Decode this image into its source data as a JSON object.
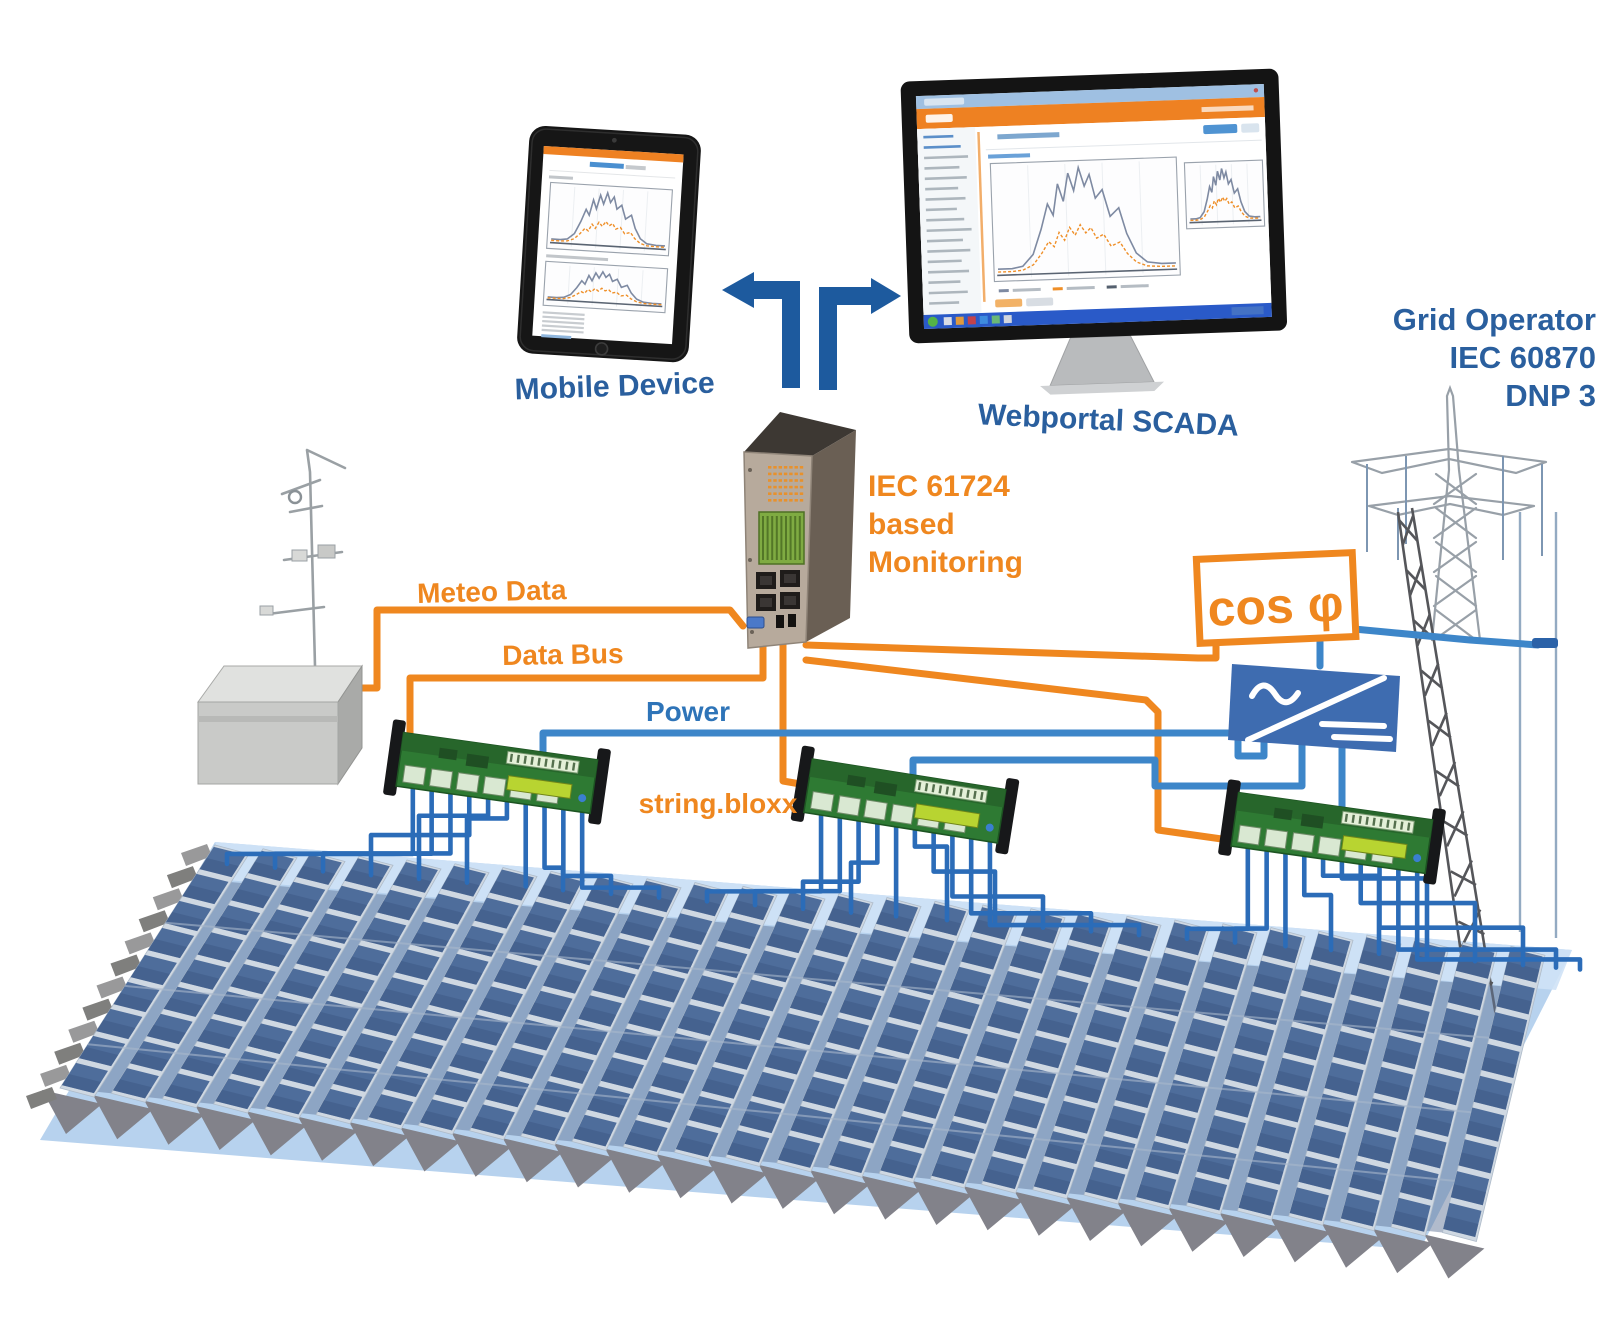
{
  "title": "PV plant IEC 61724 monitoring system diagram",
  "labels": {
    "mobile_device": "Mobile Device",
    "webportal": "Webportal SCADA",
    "grid_operator": [
      "Grid Operator",
      "IEC 60870",
      "DNP 3"
    ],
    "monitoring": [
      "IEC 61724",
      "based",
      "Monitoring"
    ],
    "meteo_data": "Meteo Data",
    "data_bus": "Data Bus",
    "power": "Power",
    "string_bloxx": "string.bloxx",
    "cos_phi": "cos φ"
  },
  "colors": {
    "orange": "#EF871F",
    "caption_blue": "#2A5F9E",
    "power_label_blue": "#2E74B8",
    "arrow_blue": "#1D5A9E",
    "wire_blue": "#3D86C9",
    "string_wire_blue": "#2B6CB8",
    "inverter_blue": "#3E6CB0",
    "panel_blue": "#4E6D9B",
    "panel_dark": "#3E5A85",
    "panel_frame": "#CFD8E2",
    "ground_blue": "#B7D2EE",
    "ground_light": "#CFE2F6",
    "wedge_gray": "#82828A",
    "pcb_green": "#2E7A33",
    "lcd_green": "#B8D431",
    "logger_face": "#B7AA9C",
    "meteo_gray": "#C9CAC8",
    "tower_gray": "#98A0A8",
    "tower_dark": "#55565A",
    "taskbar_blue": "#2A5AC8",
    "screen_header_orange": "#EE8122"
  },
  "solar_array": {
    "rows": 28,
    "modules_per_row": 9,
    "string_wires_per_bloxx": 10
  },
  "string_bloxx_units": 3
}
